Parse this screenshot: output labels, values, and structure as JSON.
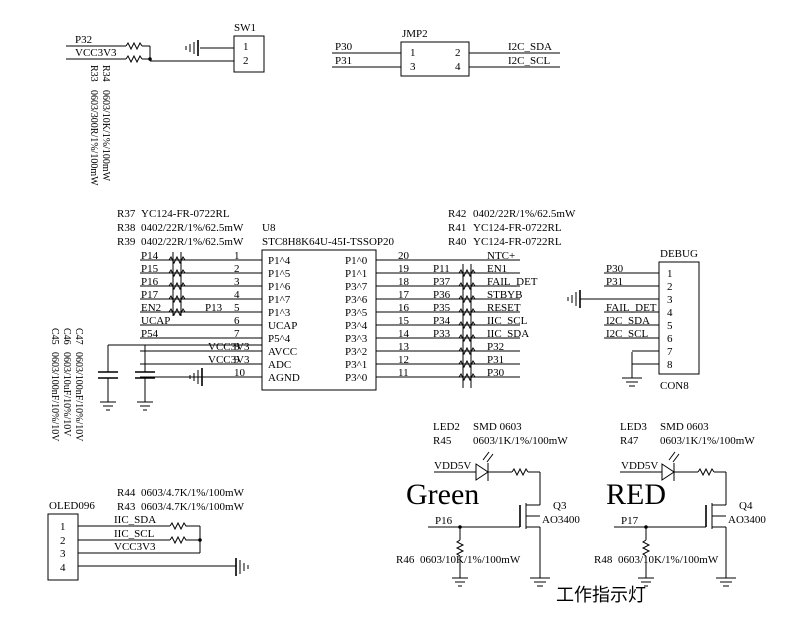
{
  "sw1": {
    "ref": "SW1",
    "pins": [
      "1",
      "2"
    ]
  },
  "r34": {
    "net": "P32",
    "power": "VCC3V3",
    "ref": "R34",
    "value": "0603/10K/1%/100mW"
  },
  "r33": {
    "ref": "R33",
    "value": "0603/300R/1%/100mW"
  },
  "jmp2": {
    "ref": "JMP2",
    "left_nets": [
      "P30",
      "P31"
    ],
    "left_pins": [
      "1",
      "3"
    ],
    "right_pins": [
      "2",
      "4"
    ],
    "right_nets": [
      "I2C_SDA",
      "I2C_SCL"
    ]
  },
  "res_top_left": [
    {
      "ref": "R37",
      "value": "YC124-FR-0722RL"
    },
    {
      "ref": "R38",
      "value": "0402/22R/1%/62.5mW"
    },
    {
      "ref": "R39",
      "value": "0402/22R/1%/62.5mW"
    }
  ],
  "res_top_right": [
    {
      "ref": "R42",
      "value": "0402/22R/1%/62.5mW"
    },
    {
      "ref": "R41",
      "value": "YC124-FR-0722RL"
    },
    {
      "ref": "R40",
      "value": "YC124-FR-0722RL"
    }
  ],
  "u8": {
    "ref": "U8",
    "part": "STC8H8K64U-45I-TSSOP20",
    "left_pins": [
      {
        "net": "P14",
        "num": "1",
        "name": "P1^4"
      },
      {
        "net": "P15",
        "num": "2",
        "name": "P1^5"
      },
      {
        "net": "P16",
        "num": "3",
        "name": "P1^6"
      },
      {
        "net": "P17",
        "num": "4",
        "name": "P1^7"
      },
      {
        "net": "EN2",
        "net2": "P13",
        "num": "5",
        "name": "P1^3"
      },
      {
        "net": "UCAP",
        "num": "6",
        "name": "UCAP"
      },
      {
        "net": "P54",
        "num": "7",
        "name": "P5^4"
      },
      {
        "net": "VCC3V3",
        "num": "8",
        "name": "AVCC"
      },
      {
        "net": "VCC3V3",
        "num": "9",
        "name": "ADC"
      },
      {
        "net": "",
        "num": "10",
        "name": "AGND"
      }
    ],
    "right_pins": [
      {
        "num": "20",
        "name": "P1^0",
        "net1": "",
        "net2": "NTC+"
      },
      {
        "num": "19",
        "name": "P1^1",
        "net1": "P11",
        "net2": "EN1"
      },
      {
        "num": "18",
        "name": "P3^7",
        "net1": "P37",
        "net2": "FAIL_DET"
      },
      {
        "num": "17",
        "name": "P3^6",
        "net1": "P36",
        "net2": "STBYB"
      },
      {
        "num": "16",
        "name": "P3^5",
        "net1": "P35",
        "net2": "RESET"
      },
      {
        "num": "15",
        "name": "P3^4",
        "net1": "P34",
        "net2": "IIC_SCL"
      },
      {
        "num": "14",
        "name": "P3^3",
        "net1": "P33",
        "net2": "IIC_SDA"
      },
      {
        "num": "13",
        "name": "P3^2",
        "net1": "",
        "net2": "P32"
      },
      {
        "num": "12",
        "name": "P3^1",
        "net1": "",
        "net2": "P31"
      },
      {
        "num": "11",
        "name": "P3^0",
        "net1": "",
        "net2": "P30"
      }
    ]
  },
  "caps": [
    {
      "ref": "C47",
      "value": "0603/100nF/10%/10V"
    },
    {
      "ref": "C46",
      "value": "0603/10uF/10%/10V"
    },
    {
      "ref": "C45",
      "value": "0603/100nF/10%/10V"
    }
  ],
  "debug": {
    "ref": "DEBUG",
    "part": "CON8",
    "nets": [
      "P30",
      "P31",
      "",
      "FAIL_DET",
      "I2C_SDA",
      "I2C_SCL",
      "",
      ""
    ],
    "pins": [
      "1",
      "2",
      "3",
      "4",
      "5",
      "6",
      "7",
      "8"
    ]
  },
  "oled": {
    "ref": "OLED096",
    "pins": [
      "1",
      "2",
      "3",
      "4"
    ],
    "nets": [
      "IIC_SDA",
      "IIC_SCL",
      "VCC3V3"
    ],
    "resistors": [
      {
        "ref": "R44",
        "value": "0603/4.7K/1%/100mW"
      },
      {
        "ref": "R43",
        "value": "0603/4.7K/1%/100mW"
      }
    ]
  },
  "led_green": {
    "led_ref": "LED2",
    "led_pkg": "SMD 0603",
    "res_ref": "R45",
    "res_value": "0603/1K/1%/100mW",
    "supply": "VDD5V",
    "label": "Green",
    "q_ref": "Q3",
    "q_part": "AO3400",
    "gate_net": "P16",
    "pd_ref": "R46",
    "pd_value": "0603/10K/1%/100mW"
  },
  "led_red": {
    "led_ref": "LED3",
    "led_pkg": "SMD 0603",
    "res_ref": "R47",
    "res_value": "0603/1K/1%/100mW",
    "supply": "VDD5V",
    "label": "RED",
    "q_ref": "Q4",
    "q_part": "AO3400",
    "gate_net": "P17",
    "pd_ref": "R48",
    "pd_value": "0603/10K/1%/100mW"
  },
  "caption": "工作指示灯"
}
